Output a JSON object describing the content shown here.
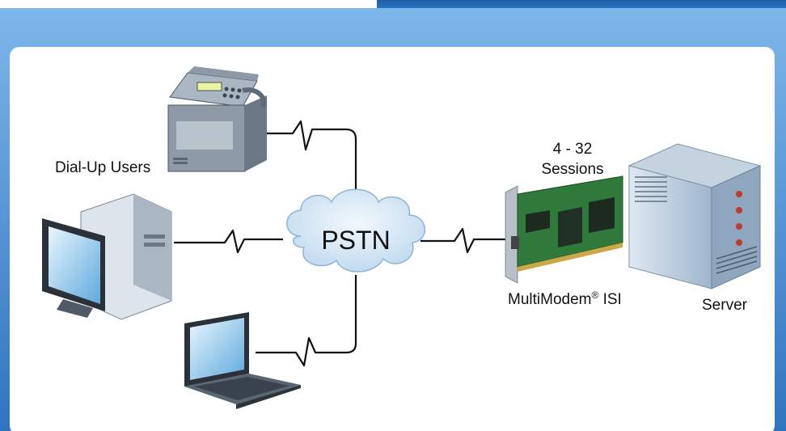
{
  "labels": {
    "dial_up_users": "Dial-Up Users",
    "pstn": "PSTN",
    "sessions_line1": "4 - 32",
    "sessions_line2": "Sessions",
    "product_name": "MultiModem",
    "product_reg": "®",
    "product_suffix": " ISI",
    "server": "Server"
  },
  "colors": {
    "header_blue": "#4a95d6",
    "header_dark": "#1f5f9e",
    "panel_border": "#2a6db5",
    "line": "#111111",
    "cloud": "#cfe3f2",
    "board_green": "#2f7a3a"
  },
  "icons": [
    "fax-machine-icon",
    "desktop-computer-icon",
    "laptop-icon",
    "cloud-icon",
    "modem-card-icon",
    "server-tower-icon"
  ]
}
